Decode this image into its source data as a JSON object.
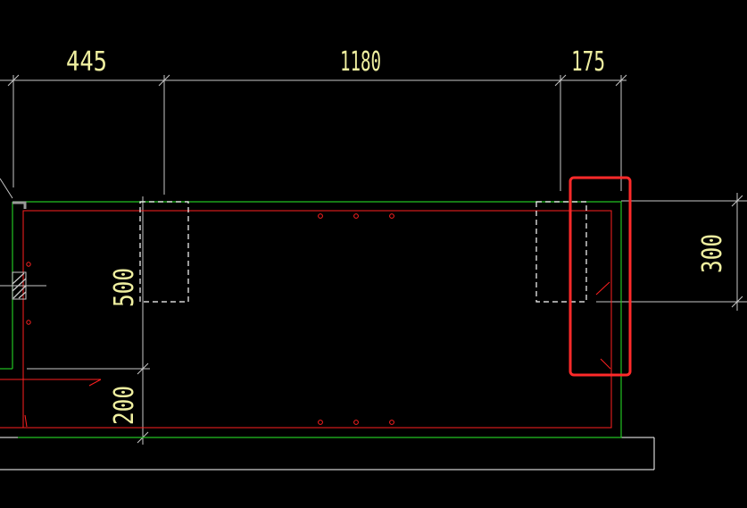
{
  "drawing": {
    "colors": {
      "background": "#000000",
      "dimension_line": "#c8c8c8",
      "dimension_text": "#f0f0a0",
      "outline_green": "#22c322",
      "rebar_red": "#ff2020",
      "opening_dashed": "#ffffff",
      "highlight_box": "#ff2a2a"
    },
    "dimensions": {
      "top_left": "445",
      "top_middle": "1180",
      "top_right": "175",
      "left_upper": "500",
      "left_lower": "200",
      "right": "300"
    },
    "highlight": {
      "shape": "rounded-rectangle",
      "purpose": "callout around right-side rebar end"
    }
  }
}
